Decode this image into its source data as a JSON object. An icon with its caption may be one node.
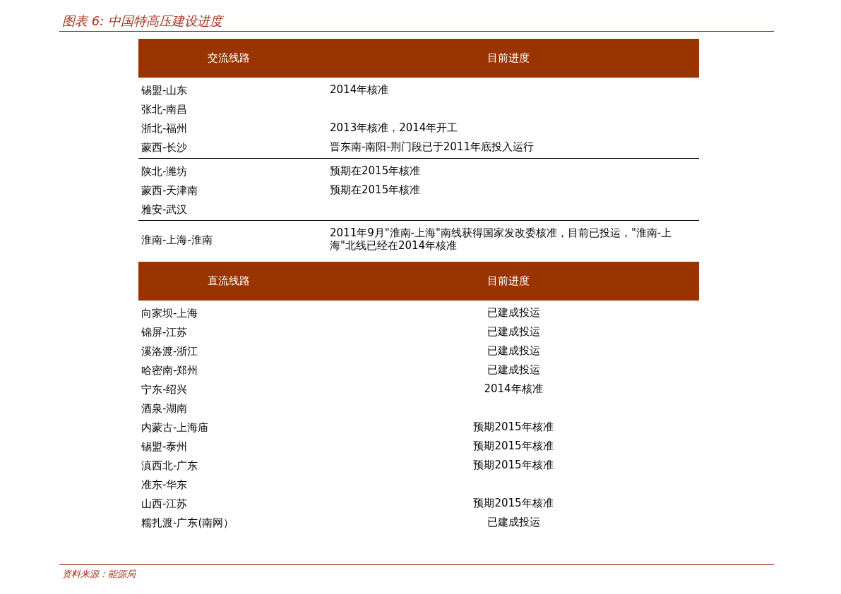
{
  "diagram": {
    "title": "图表 6: 中国特高压建设进度",
    "caption": "资料来源：能源局",
    "labels": [
      "交流线路",
      "目前进度",
      "锡盟-山东",
      "2014年核准",
      "张北-南昌",
      "浙北-福州",
      "2013年核准，2014年开工",
      "蒙西-长沙",
      "晋东南-南阳-荆门段已于2011年底投入运行",
      "陕北-潍坊",
      "预期在2015年核准",
      "蒙西-天津南",
      "预期在2015年核准",
      "雅安-武汉",
      "淮南-上海-淮南",
      "2011年9月\"淮南-上海\"南线获得国家发改委核准，目前已投运，\"淮南-上海\"北线已经在2014年核准",
      "直流线路",
      "目前进度",
      "向家坝-上海",
      "已建成投运",
      "锦屏-江苏",
      "已建成投运",
      "溪洛渡-浙江",
      "已建成投运",
      "哈密南-郑州",
      "已建成投运",
      "宁东-绍兴",
      "2014年核准",
      "酒泉-湖南",
      "内蒙古-上海庙",
      "预期2015年核准",
      "锡盟-泰州",
      "预期2015年核准",
      "滇西北-广东",
      "预期2015年核准",
      "准东-华东",
      "山西-江苏",
      "预期2015年核准",
      "糯扎渡-广东(南网）",
      "已建成投运"
    ]
  }
}
